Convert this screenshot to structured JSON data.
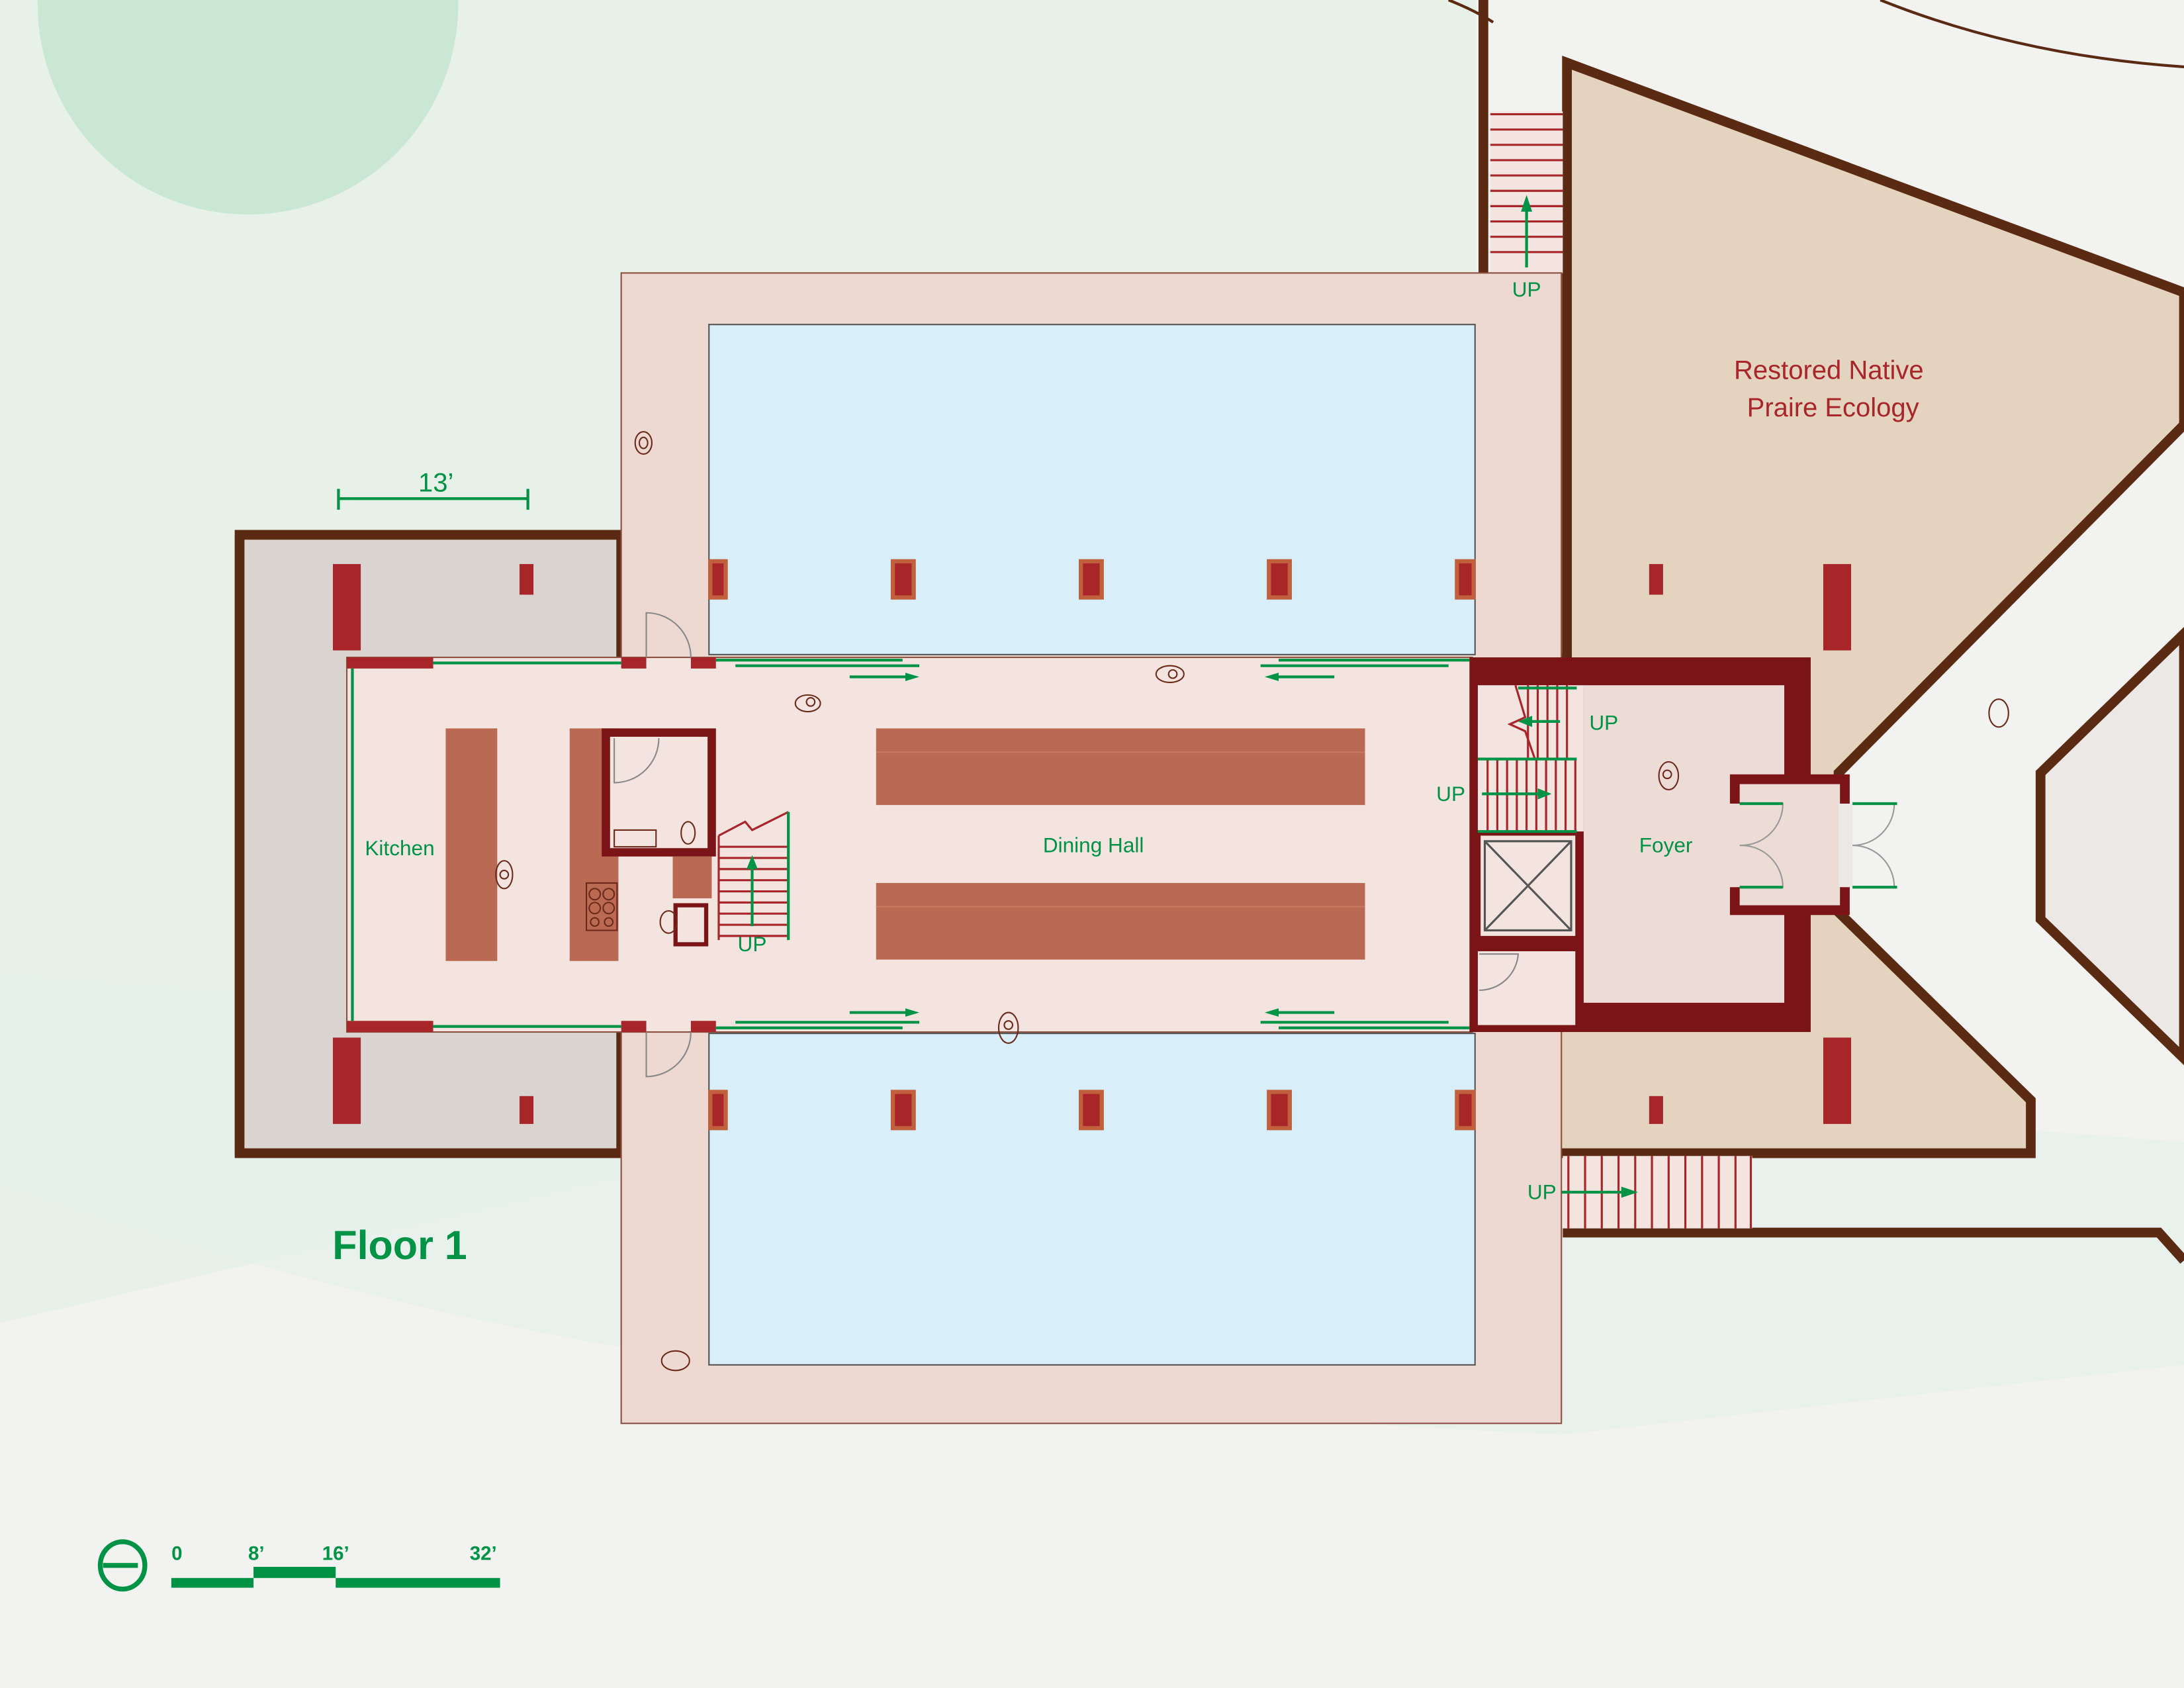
{
  "plan": {
    "title": "Floor 1",
    "dimension_label": "13’",
    "rooms": {
      "kitchen": "Kitchen",
      "dining_hall": "Dining Hall",
      "foyer": "Foyer"
    },
    "landscape": {
      "line1": "Restored Native",
      "line2": "Praire Ecology"
    },
    "stair_labels": {
      "north_exterior": "UP",
      "foyer_upper": "UP",
      "foyer_lower": "UP",
      "kitchen": "UP",
      "south_exterior": "UP"
    }
  },
  "scale_bar": {
    "ticks": [
      "0",
      "8’",
      "16’",
      "32’"
    ]
  },
  "colors": {
    "accent": "#009245",
    "wall": "#7a1416",
    "boundary": "#5a2a12",
    "pool": "#d8eef8",
    "floor": "#f3e4e0"
  }
}
